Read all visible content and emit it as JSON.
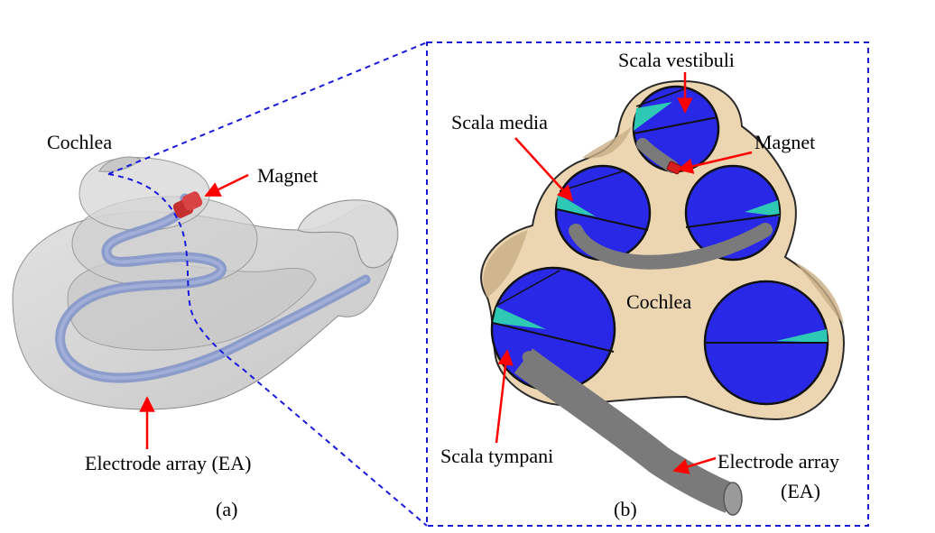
{
  "panel_a": {
    "caption": "(a)",
    "labels": {
      "cochlea": "Cochlea",
      "magnet": "Magnet",
      "electrode_array": "Electrode array (EA)"
    }
  },
  "panel_b": {
    "caption": "(b)",
    "labels": {
      "scala_vestibuli": "Scala vestibuli",
      "scala_media": "Scala media",
      "magnet": "Magnet",
      "cochlea": "Cochlea",
      "scala_tympani": "Scala tympani",
      "electrode_array_line1": "Electrode array",
      "electrode_array_line2": "(EA)"
    }
  },
  "colors": {
    "arrow": "#ff0000",
    "zoom_box": "#1a1adb",
    "scala_fill": "#2828e6",
    "scala_media_fill": "#2ec9b4",
    "tissue": "#ecd6b2",
    "electrode": "#7a7a7a",
    "magnet": "#c81e1e"
  }
}
